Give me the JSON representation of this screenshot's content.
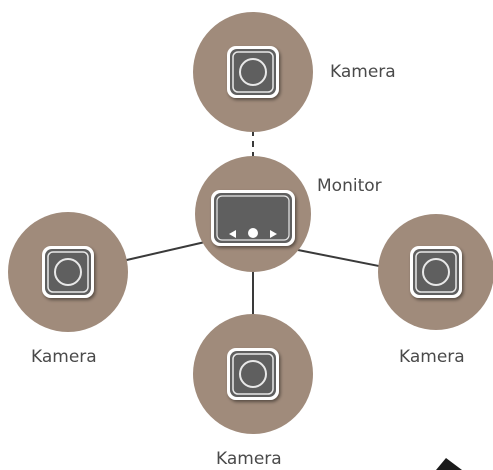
{
  "colors": {
    "node_fill": "#a08b7b",
    "icon_fill": "#5f5f5f",
    "icon_border": "#ffffff",
    "line": "#3a3a3a",
    "label_text": "#4a4a4a"
  },
  "nodes": {
    "monitor": {
      "label": "Monitor",
      "icon": "monitor-icon"
    },
    "camera_top": {
      "label": "Kamera",
      "icon": "camera-icon"
    },
    "camera_left": {
      "label": "Kamera",
      "icon": "camera-icon"
    },
    "camera_right": {
      "label": "Kamera",
      "icon": "camera-icon"
    },
    "camera_bottom": {
      "label": "Kamera",
      "icon": "camera-icon"
    }
  },
  "connections": [
    {
      "from": "monitor",
      "to": "camera_top",
      "style": "dashed"
    },
    {
      "from": "monitor",
      "to": "camera_left",
      "style": "solid"
    },
    {
      "from": "monitor",
      "to": "camera_right",
      "style": "solid"
    },
    {
      "from": "monitor",
      "to": "camera_bottom",
      "style": "solid"
    }
  ]
}
